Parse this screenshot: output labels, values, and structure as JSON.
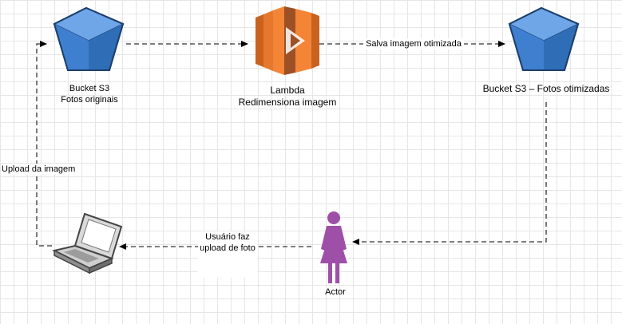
{
  "nodes": {
    "bucket_originals": {
      "title": "Bucket S3",
      "subtitle": "Fotos originais",
      "icon": "s3-bucket-icon"
    },
    "lambda": {
      "title": "Lambda",
      "subtitle": "Redimensiona imagem",
      "icon": "lambda-icon"
    },
    "bucket_optimized": {
      "title": "Bucket S3 – Fotos otimizadas",
      "icon": "s3-bucket-icon"
    },
    "actor": {
      "title": "Actor",
      "icon": "actor-icon"
    },
    "laptop": {
      "icon": "laptop-icon"
    }
  },
  "edges": {
    "save_optimized": "Salva imagem otimizada",
    "upload_image": "Upload da imagem",
    "user_upload_line1": "Usuário faz",
    "user_upload_line2": "upload de foto"
  },
  "colors": {
    "bucket_fill": "#3f7fcf",
    "bucket_dark": "#1f4e8a",
    "lambda_orange": "#f58536",
    "lambda_dark": "#9d5025",
    "actor_purple": "#9e4fa8",
    "edge": "#333333"
  }
}
